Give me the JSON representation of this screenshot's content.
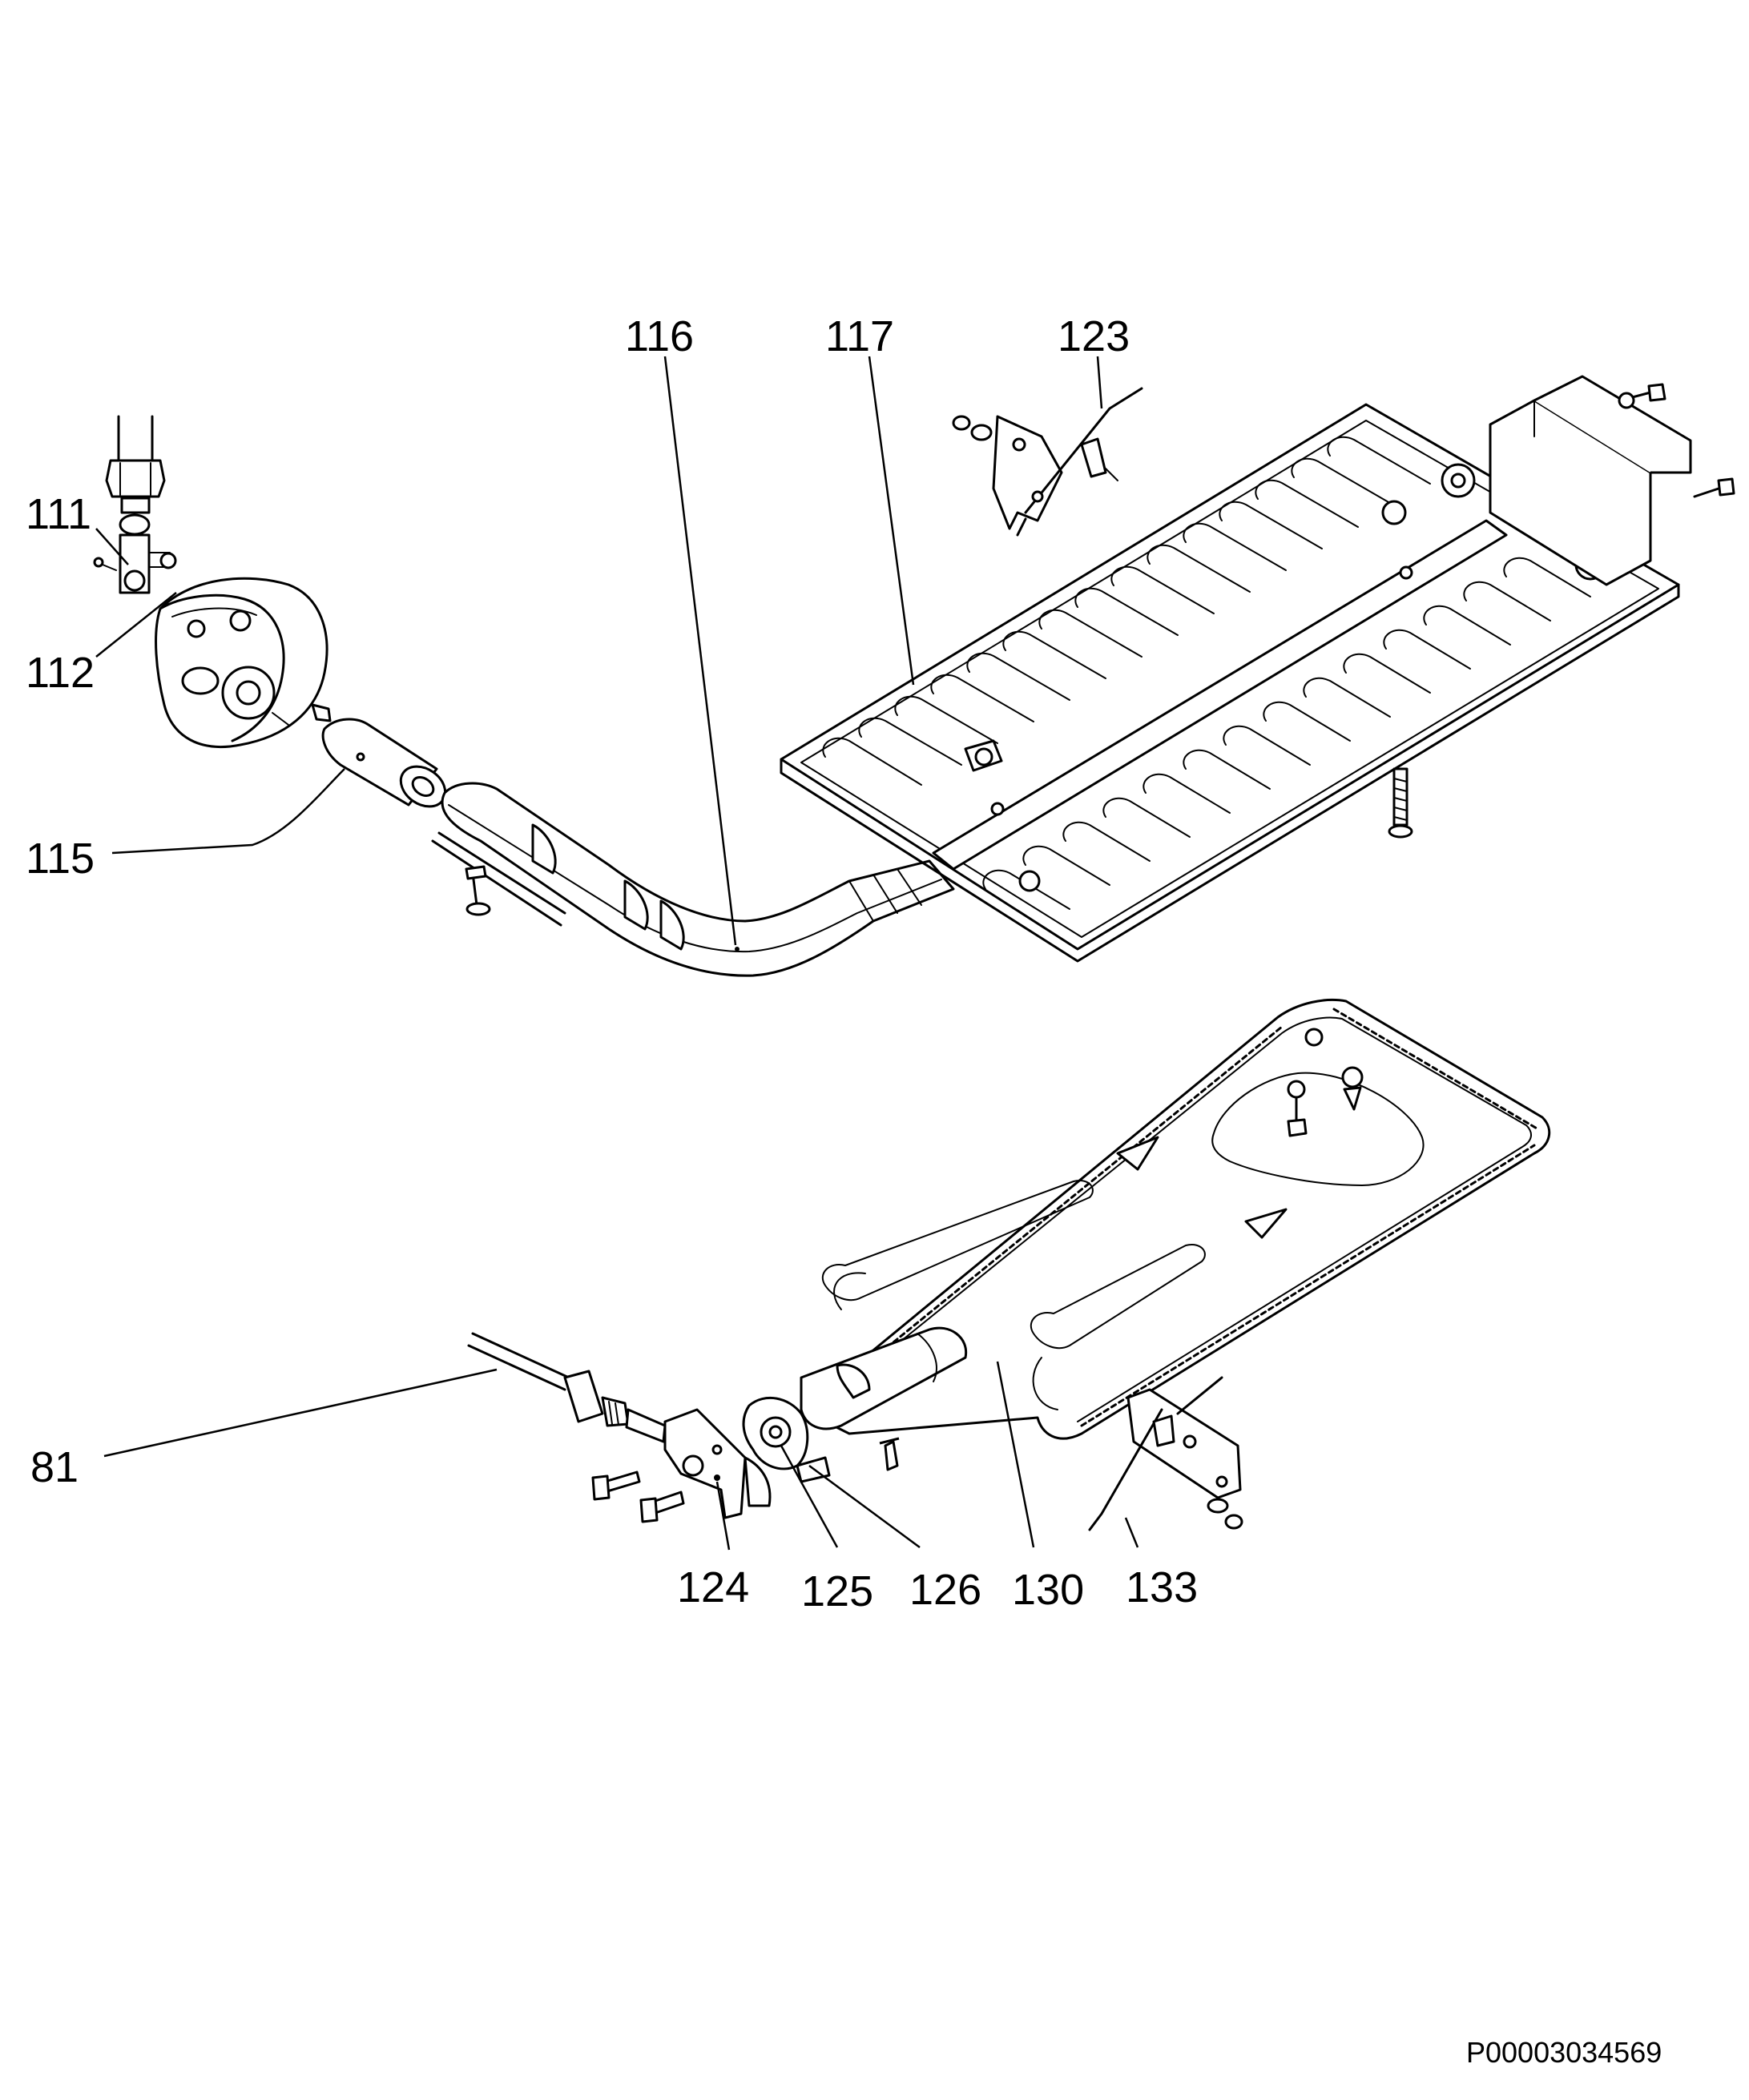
{
  "diagram": {
    "part_labels": [
      {
        "id": "label-111",
        "text": "111"
      },
      {
        "id": "label-112",
        "text": "112"
      },
      {
        "id": "label-115",
        "text": "115"
      },
      {
        "id": "label-116",
        "text": "116"
      },
      {
        "id": "label-117",
        "text": "117"
      },
      {
        "id": "label-123",
        "text": "123"
      },
      {
        "id": "label-81",
        "text": "81"
      },
      {
        "id": "label-124",
        "text": "124"
      },
      {
        "id": "label-125",
        "text": "125"
      },
      {
        "id": "label-126",
        "text": "126"
      },
      {
        "id": "label-130",
        "text": "130"
      },
      {
        "id": "label-133",
        "text": "133"
      }
    ],
    "drawing_code": "P00003034569"
  }
}
